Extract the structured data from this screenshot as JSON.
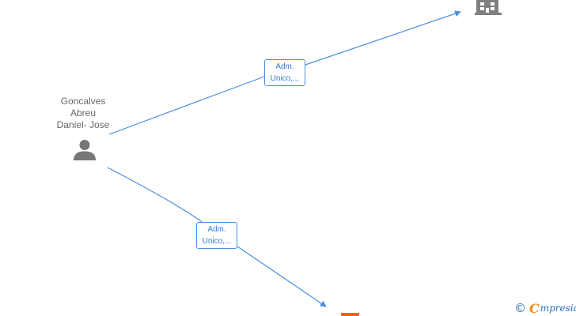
{
  "person": {
    "name_lines": [
      "Goncalves",
      "Abreu",
      "Daniel- Jose"
    ],
    "icon": "person-icon"
  },
  "edges": [
    {
      "label_lines": [
        "Adm.",
        "Unico,..."
      ]
    },
    {
      "label_lines": [
        "Adm.",
        "Unico,..."
      ]
    }
  ],
  "companies": [
    {
      "icon": "building-icon",
      "color": "#808080"
    },
    {
      "icon": "building-icon",
      "color": "#e8632a"
    }
  ],
  "brand": {
    "copyright_symbol": "©",
    "logo_initial": "C",
    "logo_rest": "mpresia",
    "accent": "#f08a1c",
    "primary": "#2a6fbf"
  },
  "colors": {
    "edge": "#4a8fdc",
    "node_text": "#666666"
  }
}
